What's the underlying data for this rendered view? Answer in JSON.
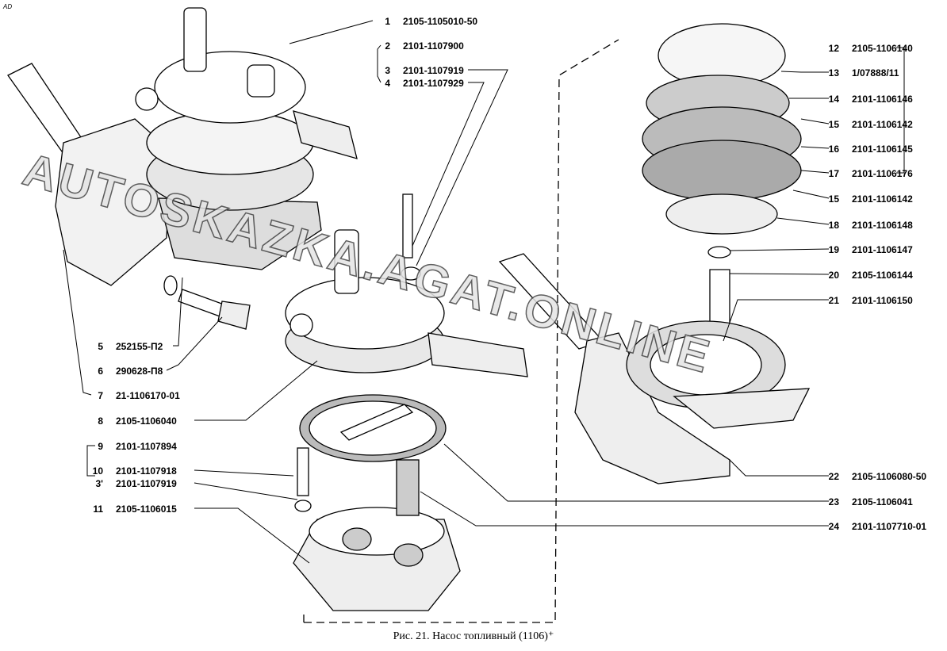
{
  "corner_mark": "AD",
  "watermark": "AUTOSKAZKA.AGAT.ONLINE",
  "caption": "Рис. 21. Насос топливный (1106)⁺",
  "parts": [
    {
      "num": "1",
      "code": "2105-1105010-50"
    },
    {
      "num": "2",
      "code": "2101-1107900"
    },
    {
      "num": "3",
      "code": "2101-1107919"
    },
    {
      "num": "4",
      "code": "2101-1107929"
    },
    {
      "num": "5",
      "code": "252155-П2"
    },
    {
      "num": "6",
      "code": "290628-П8"
    },
    {
      "num": "7",
      "code": "21-1106170-01"
    },
    {
      "num": "8",
      "code": "2105-1106040"
    },
    {
      "num": "9",
      "code": "2101-1107894"
    },
    {
      "num": "10",
      "code": "2101-1107918"
    },
    {
      "num": "3'",
      "code": "2101-1107919"
    },
    {
      "num": "11",
      "code": "2105-1106015"
    },
    {
      "num": "12",
      "code": "2105-1106140"
    },
    {
      "num": "13",
      "code": "1/07888/11"
    },
    {
      "num": "14",
      "code": "2101-1106146"
    },
    {
      "num": "15",
      "code": "2101-1106142"
    },
    {
      "num": "16",
      "code": "2101-1106145"
    },
    {
      "num": "17",
      "code": "2101-1106176"
    },
    {
      "num": "15",
      "code": "2101-1106142"
    },
    {
      "num": "18",
      "code": "2101-1106148"
    },
    {
      "num": "19",
      "code": "2101-1106147"
    },
    {
      "num": "20",
      "code": "2105-1106144"
    },
    {
      "num": "21",
      "code": "2101-1106150"
    },
    {
      "num": "22",
      "code": "2105-1106080-50"
    },
    {
      "num": "23",
      "code": "2105-1106041"
    },
    {
      "num": "24",
      "code": "2101-1107710-01"
    }
  ]
}
